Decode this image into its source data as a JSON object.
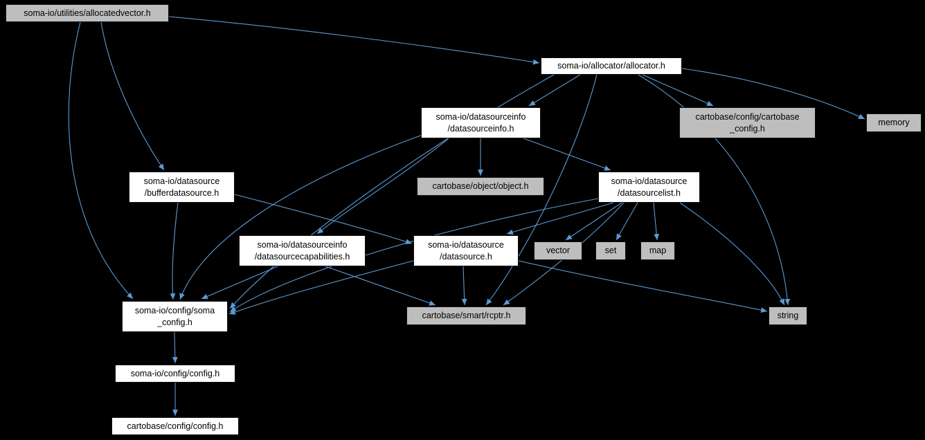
{
  "diagram": {
    "type": "include-dependency-graph",
    "background_color": "#000000",
    "edge_color": "#5b9bd5",
    "node_fill_white": "#ffffff",
    "node_fill_gray": "#bebebe",
    "nodes": [
      {
        "id": "allocatedvector",
        "label": "soma-io/utilities/allocatedvector.h",
        "style": "gray"
      },
      {
        "id": "allocator",
        "label": "soma-io/allocator/allocator.h",
        "style": "white"
      },
      {
        "id": "datasourceinfo",
        "label": "soma-io/datasourceinfo\n/datasourceinfo.h",
        "style": "white"
      },
      {
        "id": "cartobase-config",
        "label": "cartobase/config/cartobase\n_config.h",
        "style": "gray"
      },
      {
        "id": "memory",
        "label": "memory",
        "style": "gray"
      },
      {
        "id": "bufferdatasource",
        "label": "soma-io/datasource\n/bufferdatasource.h",
        "style": "white"
      },
      {
        "id": "object",
        "label": "cartobase/object/object.h",
        "style": "gray"
      },
      {
        "id": "datasourcelist",
        "label": "soma-io/datasource\n/datasourcelist.h",
        "style": "white"
      },
      {
        "id": "datasourcecapabilities",
        "label": "soma-io/datasourceinfo\n/datasourcecapabilities.h",
        "style": "white"
      },
      {
        "id": "datasource",
        "label": "soma-io/datasource\n/datasource.h",
        "style": "white"
      },
      {
        "id": "vector",
        "label": "vector",
        "style": "gray"
      },
      {
        "id": "set",
        "label": "set",
        "style": "gray"
      },
      {
        "id": "map",
        "label": "map",
        "style": "gray"
      },
      {
        "id": "soma-config",
        "label": "soma-io/config/soma\n_config.h",
        "style": "white"
      },
      {
        "id": "rcptr",
        "label": "cartobase/smart/rcptr.h",
        "style": "gray"
      },
      {
        "id": "string",
        "label": "string",
        "style": "gray"
      },
      {
        "id": "config",
        "label": "soma-io/config/config.h",
        "style": "white"
      },
      {
        "id": "cartobase-config-h",
        "label": "cartobase/config/config.h",
        "style": "white"
      }
    ],
    "edges": [
      {
        "from": "allocatedvector",
        "to": "allocator"
      },
      {
        "from": "allocatedvector",
        "to": "soma-config"
      },
      {
        "from": "allocatedvector",
        "to": "bufferdatasource"
      },
      {
        "from": "allocator",
        "to": "datasourceinfo"
      },
      {
        "from": "allocator",
        "to": "cartobase-config"
      },
      {
        "from": "allocator",
        "to": "memory"
      },
      {
        "from": "allocator",
        "to": "soma-config"
      },
      {
        "from": "allocator",
        "to": "rcptr"
      },
      {
        "from": "allocator",
        "to": "string"
      },
      {
        "from": "datasourceinfo",
        "to": "object"
      },
      {
        "from": "datasourceinfo",
        "to": "datasourcelist"
      },
      {
        "from": "datasourceinfo",
        "to": "datasourcecapabilities"
      },
      {
        "from": "datasourceinfo",
        "to": "soma-config"
      },
      {
        "from": "datasourcelist",
        "to": "datasource"
      },
      {
        "from": "datasourcelist",
        "to": "vector"
      },
      {
        "from": "datasourcelist",
        "to": "set"
      },
      {
        "from": "datasourcelist",
        "to": "map"
      },
      {
        "from": "datasourcelist",
        "to": "string"
      },
      {
        "from": "datasourcelist",
        "to": "rcptr"
      },
      {
        "from": "datasourcelist",
        "to": "soma-config"
      },
      {
        "from": "datasourcecapabilities",
        "to": "soma-config"
      },
      {
        "from": "datasourcecapabilities",
        "to": "rcptr"
      },
      {
        "from": "datasource",
        "to": "rcptr"
      },
      {
        "from": "datasource",
        "to": "soma-config"
      },
      {
        "from": "datasource",
        "to": "string"
      },
      {
        "from": "bufferdatasource",
        "to": "datasource"
      },
      {
        "from": "bufferdatasource",
        "to": "soma-config"
      },
      {
        "from": "soma-config",
        "to": "config"
      },
      {
        "from": "config",
        "to": "cartobase-config-h"
      }
    ]
  }
}
